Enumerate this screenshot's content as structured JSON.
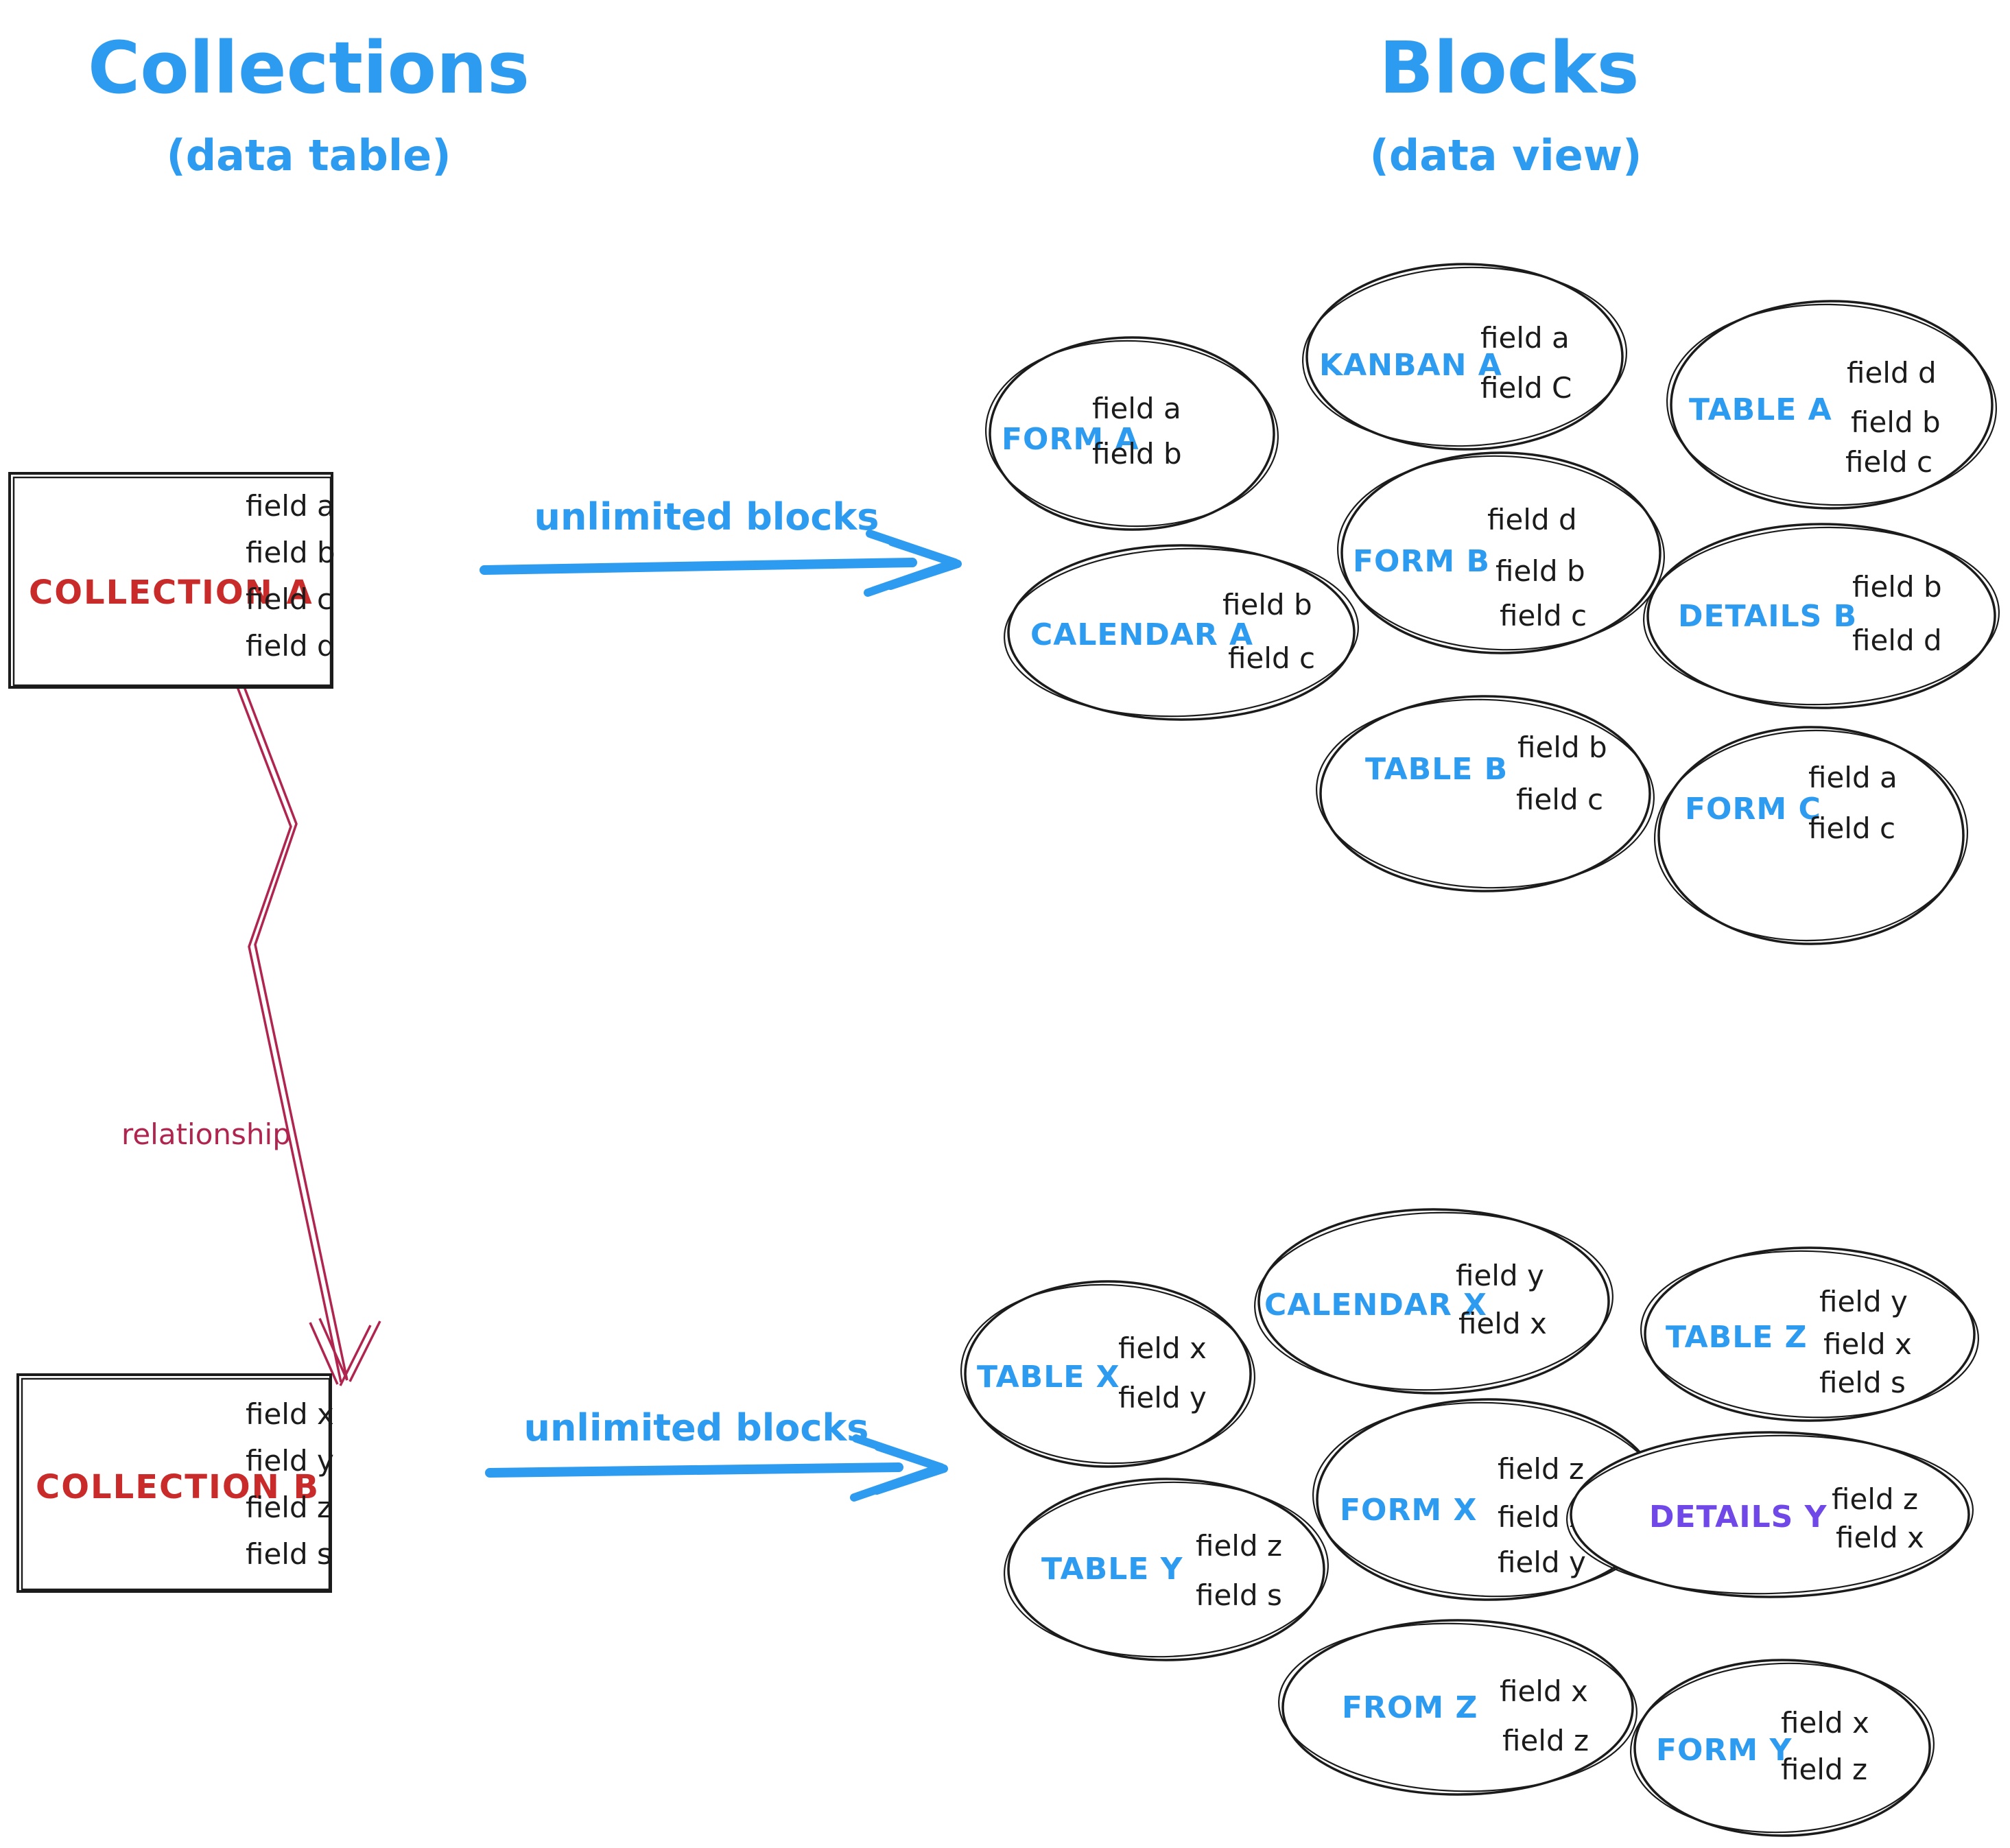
{
  "colors": {
    "accent_blue": "#2d9bf0",
    "collection_red": "#c92a2a",
    "relationship_crimson": "#b0254f",
    "details_purple": "#7048e8",
    "ink": "#1b1b1b"
  },
  "headers": {
    "left_title": "Collections",
    "left_subtitle": "(data table)",
    "right_title": "Blocks",
    "right_subtitle": "(data view)"
  },
  "collections": [
    {
      "label": "COLLECTION A",
      "fields": [
        "field a",
        "field b",
        "field c",
        "field d"
      ]
    },
    {
      "label": "COLLECTION B",
      "fields": [
        "field x",
        "field y",
        "field z",
        "field s"
      ]
    }
  ],
  "arrows": {
    "top_label": "unlimited blocks",
    "bottom_label": "unlimited blocks",
    "relationship_label": "relationship"
  },
  "blocks_a": [
    {
      "label": "FORM A",
      "fields": [
        "field a",
        "field b"
      ]
    },
    {
      "label": "KANBAN A",
      "fields": [
        "field a",
        "field C"
      ]
    },
    {
      "label": "TABLE A",
      "fields": [
        "field d",
        "field b",
        "field c"
      ]
    },
    {
      "label": "CALENDAR A",
      "fields": [
        "field b",
        "field c"
      ]
    },
    {
      "label": "FORM B",
      "fields": [
        "field d",
        "field b",
        "field c"
      ]
    },
    {
      "label": "DETAILS B",
      "fields": [
        "field b",
        "field d"
      ]
    },
    {
      "label": "TABLE B",
      "fields": [
        "field b",
        "field c"
      ]
    },
    {
      "label": "FORM C",
      "fields": [
        "field a",
        "field c"
      ]
    }
  ],
  "blocks_b": [
    {
      "label": "TABLE X",
      "fields": [
        "field x",
        "field y"
      ]
    },
    {
      "label": "CALENDAR X",
      "fields": [
        "field y",
        "field x"
      ]
    },
    {
      "label": "TABLE Z",
      "fields": [
        "field y",
        "field x",
        "field s"
      ]
    },
    {
      "label": "TABLE Y",
      "fields": [
        "field z",
        "field s"
      ]
    },
    {
      "label": "FORM X",
      "fields": [
        "field z",
        "field x",
        "field y"
      ]
    },
    {
      "label": "DETAILS Y",
      "fields": [
        "field z",
        "field x"
      ]
    },
    {
      "label": "FROM Z",
      "fields": [
        "field x",
        "field z"
      ]
    },
    {
      "label": "FORM Y",
      "fields": [
        "field x",
        "field z"
      ]
    }
  ]
}
